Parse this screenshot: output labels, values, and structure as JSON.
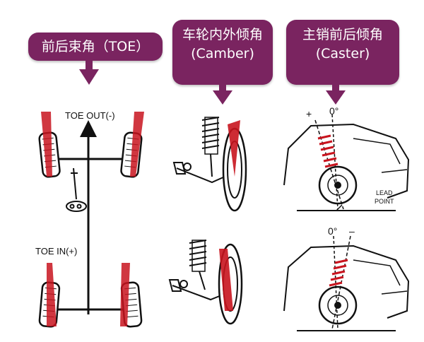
{
  "banners": {
    "toe": {
      "title": "前后束角（TOE）"
    },
    "camber": {
      "title_cn": "车轮内外倾角",
      "title_en": "(Camber)"
    },
    "caster": {
      "title_cn": "主销前后倾角",
      "title_en": "(Caster)"
    }
  },
  "toe_diagram": {
    "toe_out_label": "TOE OUT(-)",
    "toe_in_label": "TOE IN(+)"
  },
  "caster_diagram": {
    "top_plus": "+",
    "top_zero": "0°",
    "bottom_zero": "0°",
    "bottom_minus": "–",
    "lead_point_line1": "LEAD",
    "lead_point_line2": "POINT"
  },
  "colors": {
    "banner": "#7a2460",
    "accent_red": "#c8141e",
    "ink": "#111111"
  }
}
